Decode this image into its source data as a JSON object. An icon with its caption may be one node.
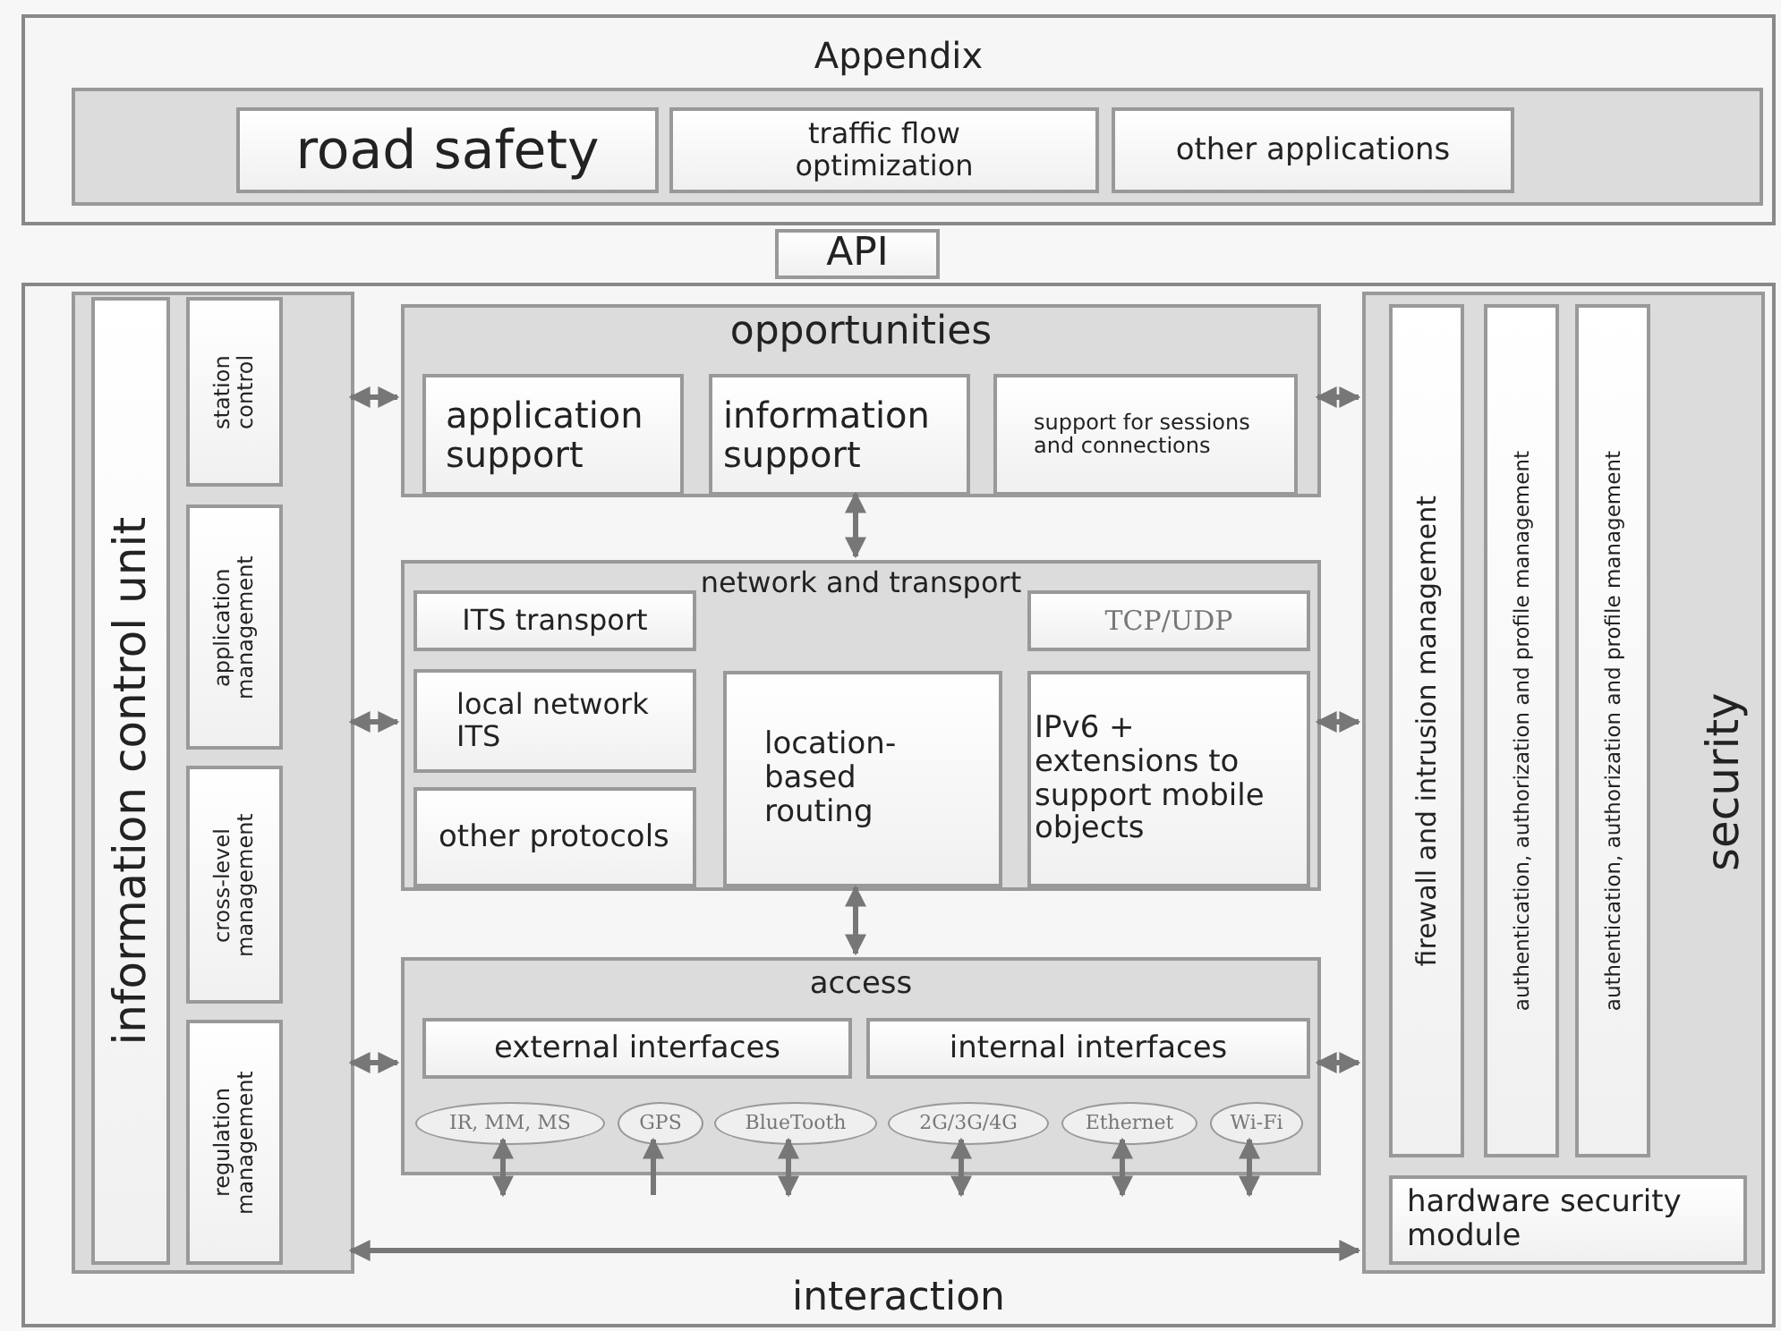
{
  "diagram": {
    "nodes": [
      {
        "text": [
          "Appendix"
        ]
      },
      {
        "text": [],
        "shape": "box",
        "in": 0
      },
      {
        "text": [
          "road safety"
        ],
        "in": 1
      },
      {
        "text": [
          "traffic flow optimization"
        ],
        "in": 1
      },
      {
        "text": [
          "other applications"
        ],
        "in": 1
      },
      {
        "text": [
          "API"
        ]
      },
      {
        "text": [
          "interaction"
        ]
      },
      {
        "text": [],
        "shape": "box",
        "in": 6
      },
      {
        "text": [
          "information control unit"
        ],
        "in": 7
      },
      {
        "text": [
          "station control"
        ],
        "in": 7
      },
      {
        "text": [
          "application management"
        ],
        "in": 7
      },
      {
        "text": [
          "cross-level management"
        ],
        "in": 7
      },
      {
        "text": [
          "regulation management"
        ],
        "in": 7
      },
      {
        "text": [
          "opportunities"
        ],
        "in": 6
      },
      {
        "text": [
          "application support"
        ],
        "in": 13
      },
      {
        "text": [
          "information support"
        ],
        "in": 13
      },
      {
        "text": [
          "support for sessions and connections"
        ],
        "in": 13
      },
      {
        "text": [
          "network and transport"
        ],
        "in": 6
      },
      {
        "text": [
          "ITS transport"
        ],
        "in": 17
      },
      {
        "text": [
          "local network ITS"
        ],
        "in": 17
      },
      {
        "text": [
          "other protocols"
        ],
        "in": 17
      },
      {
        "text": [
          "location-based routing"
        ],
        "in": 17
      },
      {
        "text": [
          "TCP/UDP"
        ],
        "in": 17
      },
      {
        "text": [
          "IPv6 + extensions to support mobile objects"
        ],
        "in": 17
      },
      {
        "text": [
          "access"
        ],
        "in": 6
      },
      {
        "text": [
          "external interfaces"
        ],
        "in": 24
      },
      {
        "text": [
          "internal interfaces"
        ],
        "in": 24
      },
      {
        "text": [
          "IR, MM, MS"
        ],
        "in": 24
      },
      {
        "text": [
          "GPS"
        ],
        "in": 24
      },
      {
        "text": [
          "BlueTooth"
        ],
        "in": 24
      },
      {
        "text": [
          "2G/3G/4G"
        ],
        "in": 24
      },
      {
        "text": [
          "Ethernet"
        ],
        "in": 24
      },
      {
        "text": [
          "Wi-Fi"
        ],
        "in": 24
      },
      {
        "text": [
          "security"
        ],
        "in": 6
      },
      {
        "text": [
          "firewall and intrusion management"
        ],
        "in": 33
      },
      {
        "text": [
          "authentication, authorization and profile management"
        ],
        "in": 33
      },
      {
        "text": [
          "authentication, authorization and profile management"
        ],
        "in": 33
      },
      {
        "text": [
          "hardware security module"
        ],
        "in": 33
      }
    ],
    "edges": [
      {
        "from": 7,
        "to": 13,
        "arrow": "both"
      },
      {
        "from": 7,
        "to": 17,
        "arrow": "both"
      },
      {
        "from": 7,
        "to": 24,
        "arrow": "both"
      },
      {
        "from": 13,
        "to": 33,
        "arrow": "both"
      },
      {
        "from": 17,
        "to": 33,
        "arrow": "both"
      },
      {
        "from": 24,
        "to": 33,
        "arrow": "both"
      },
      {
        "from": 13,
        "to": 17,
        "arrow": "both"
      },
      {
        "from": 17,
        "to": 24,
        "arrow": "both"
      },
      {
        "from": 27,
        "to": null,
        "arrow": "both"
      },
      {
        "from": null,
        "to": 28,
        "arrow": "to"
      },
      {
        "from": 29,
        "to": null,
        "arrow": "both"
      },
      {
        "from": 30,
        "to": null,
        "arrow": "both"
      },
      {
        "from": 31,
        "to": null,
        "arrow": "both"
      },
      {
        "from": 32,
        "to": null,
        "arrow": "both"
      },
      {
        "from": 7,
        "to": 33,
        "arrow": "both"
      }
    ]
  }
}
